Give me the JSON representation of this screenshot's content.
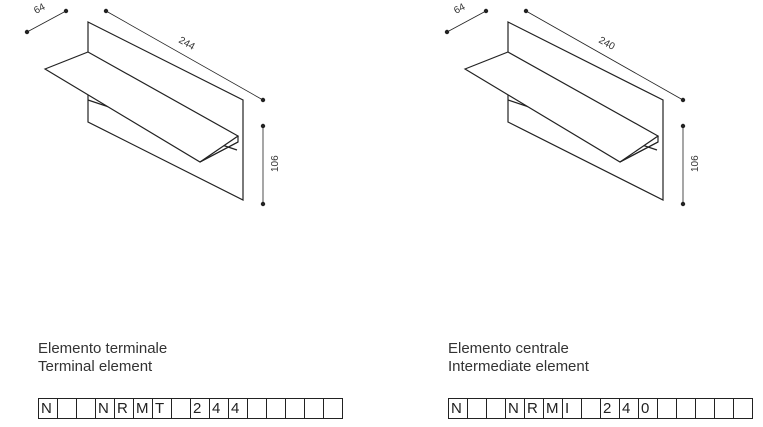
{
  "products": [
    {
      "dims": {
        "depth": "64",
        "length": "244",
        "height": "106"
      },
      "caption_it": "Elemento terminale",
      "caption_en": "Terminal element",
      "code": [
        "N",
        "",
        "",
        "N",
        "R",
        "M",
        "T",
        "",
        "2",
        "4",
        "4",
        "",
        "",
        "",
        "",
        ""
      ]
    },
    {
      "dims": {
        "depth": "64",
        "length": "240",
        "height": "106"
      },
      "caption_it": "Elemento centrale",
      "caption_en": "Intermediate element",
      "code": [
        "N",
        "",
        "",
        "N",
        "R",
        "M",
        "I",
        "",
        "2",
        "4",
        "0",
        "",
        "",
        "",
        "",
        ""
      ]
    }
  ]
}
